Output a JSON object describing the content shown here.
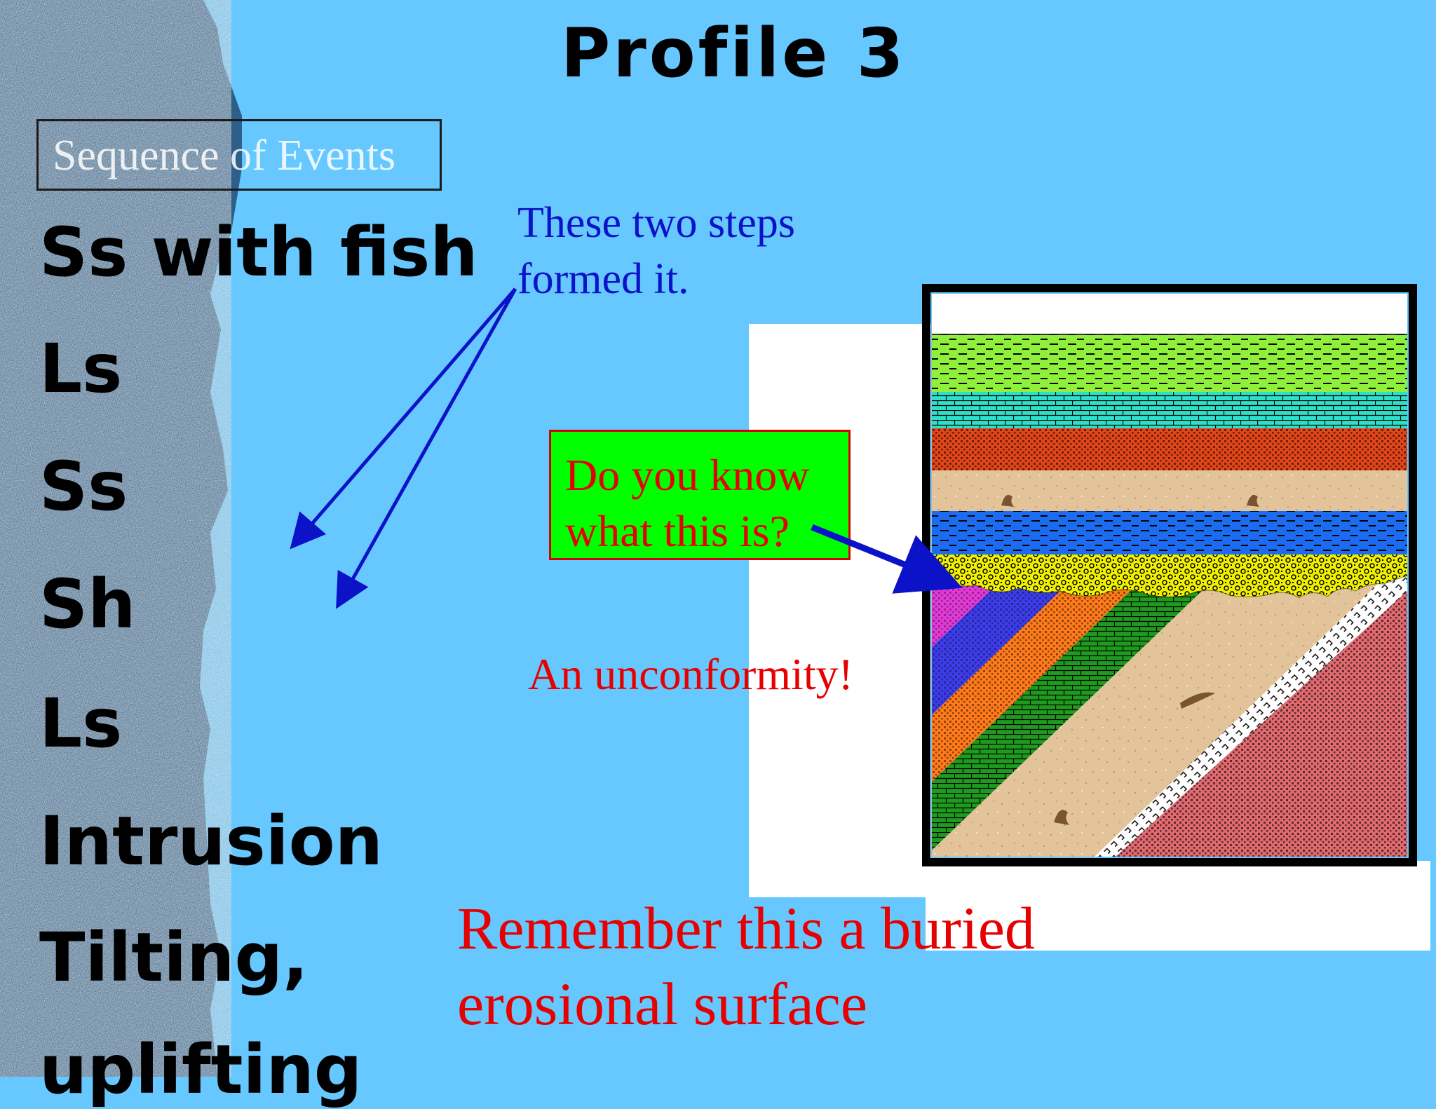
{
  "title": "Profile 3",
  "sequence_box": {
    "label": "Sequence of Events"
  },
  "events": [
    "Ss with fish",
    "Ls",
    "Ss",
    "Sh",
    "Ls",
    "Intrusion",
    "Tilting,",
    "uplifting"
  ],
  "note": {
    "line1": "These two steps",
    "line2": "formed it."
  },
  "question": {
    "line1": "Do you know",
    "line2": "what this is?"
  },
  "answer": "An unconformity!",
  "remember": {
    "line1": "Remember this a buried",
    "line2": "erosional surface"
  },
  "colors": {
    "background": "#66c8ff",
    "note_text": "#0b12c8",
    "question_fill": "#00ff00",
    "alert_text": "#e60000",
    "arrow": "#0b12c8"
  },
  "profile_layers": {
    "horizontal_top_down": [
      "green shale",
      "teal limestone",
      "red-orange sandstone",
      "tan sandstone with fish",
      "blue shale",
      "yellow conglomerate"
    ],
    "tilted_left_to_right": [
      "magenta",
      "blue",
      "orange",
      "green limestone",
      "tan sandstone with fish",
      "intrusion dike",
      "pink igneous"
    ]
  }
}
